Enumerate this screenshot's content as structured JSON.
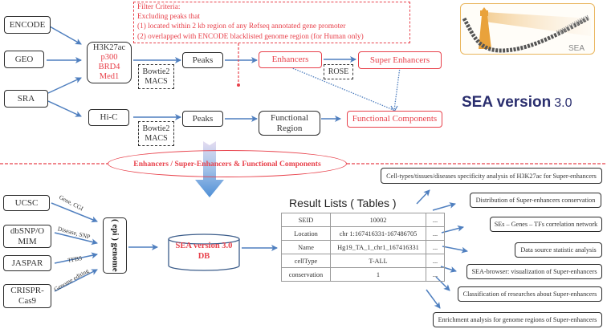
{
  "pipeline": {
    "sources": [
      "ENCODE",
      "GEO",
      "SRA"
    ],
    "marks": {
      "primary": "H3K27ac",
      "others": [
        "p300",
        "BRD4",
        "Med1"
      ]
    },
    "hic": "Hi-C",
    "tools": [
      "Bowtie2",
      "MACS"
    ],
    "peaks": "Peaks",
    "enhancers": "Enhancers",
    "rose": "ROSE",
    "super_enhancers": "Super Enhancers",
    "functional_region": [
      "Functional",
      "Region"
    ],
    "functional_components": "Functional Components",
    "filter": {
      "lines": [
        "Filter Criteria:",
        "Excluding peaks that",
        "(1) located within 2 kb region of any Refseq annotated gene promoter",
        "(2) overlapped with ENCODE blacklisted genome region (for Human only)"
      ]
    }
  },
  "logo": {
    "mark_text": "SEA",
    "title": "SEA version",
    "version": "3.0"
  },
  "divider": {
    "label": "Enhancers / Super-Enhancers & Functional Components"
  },
  "annotation_sources": [
    {
      "name": "UCSC",
      "edge": "Gene, CGI"
    },
    {
      "name": "dbSNP/OMIM",
      "lines": [
        "dbSNP/O",
        "MIM"
      ],
      "edge": "Disease, SNP"
    },
    {
      "name": "JASPAR",
      "edge": "TFBS"
    },
    {
      "name": "CRISPR-Cas9",
      "lines": [
        "CRISPR-",
        "Cas9"
      ],
      "edge": "Genome editing"
    }
  ],
  "epigenome": "( epi ) genome",
  "database": {
    "line1": "SEA version 3.0",
    "line2": "DB"
  },
  "result": {
    "title": "Result Lists ( Tables )",
    "rows": [
      {
        "key": "SEID",
        "value": "10002",
        "more": "..."
      },
      {
        "key": "Location",
        "value": "chr 1:167416331-167486705",
        "more": "..."
      },
      {
        "key": "Name",
        "value": "Hg19_TA_1_chr1_167416331",
        "more": "..."
      },
      {
        "key": "cellType",
        "value": "T-ALL",
        "more": "..."
      },
      {
        "key": "conservation",
        "value": "1",
        "more": "..."
      }
    ]
  },
  "analyses": [
    "Cell-types/tissues/diseases specificity analysis of H3K27ac for Super-enhancers",
    "Distribution of Super-enhancers conservation",
    "SEs – Genes – TFs correlation network",
    "Data source statistic analysis",
    "SEA-browser: visualization of Super-enhancers",
    "Classification of researches about Super-enhancers",
    "Enrichment analysis for genome regions of Super-enhancers"
  ],
  "colors": {
    "accent_red": "#e8414b",
    "arrow_blue": "#4f7fbf",
    "title_navy": "#2a2e6e",
    "logo_orange": "#e9a23b"
  }
}
